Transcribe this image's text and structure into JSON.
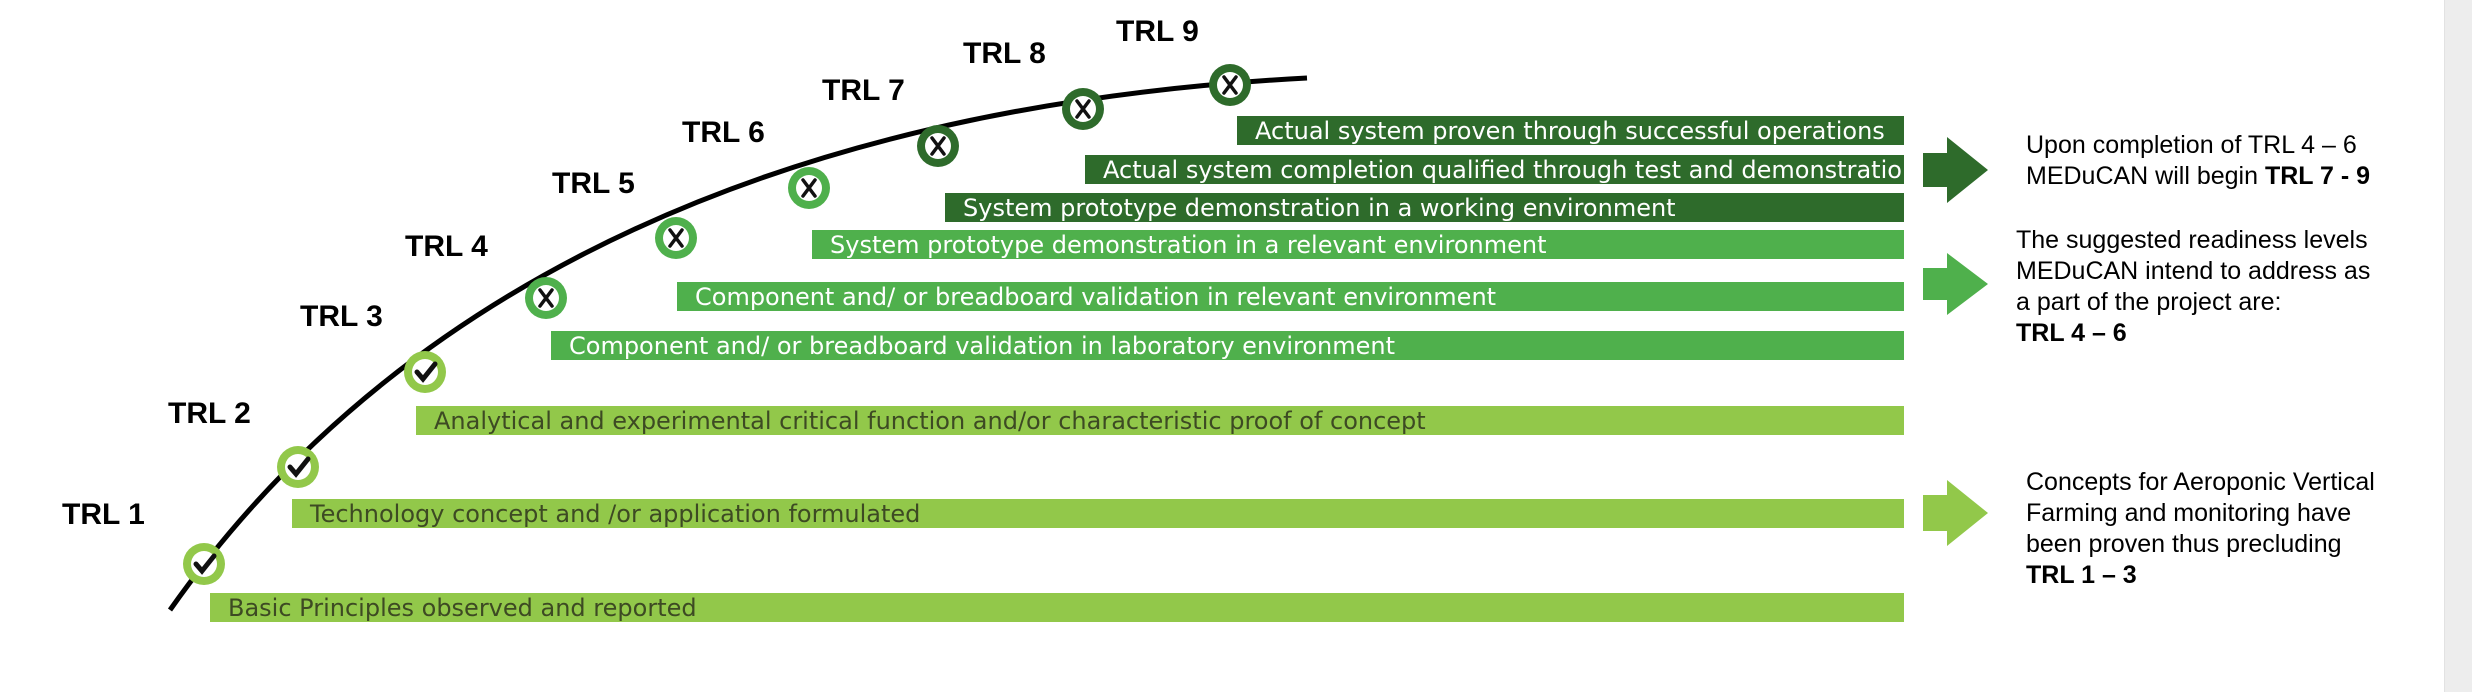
{
  "trl_labels": [
    "TRL 1",
    "TRL 2",
    "TRL 3",
    "TRL 4",
    "TRL 5",
    "TRL 6",
    "TRL 7",
    "TRL 8",
    "TRL 9"
  ],
  "milestones": [
    {
      "mark": "check",
      "icon": "checkmark-icon"
    },
    {
      "mark": "check",
      "icon": "checkmark-icon"
    },
    {
      "mark": "check",
      "icon": "checkmark-icon"
    },
    {
      "mark": "x",
      "icon": "x-mark-icon"
    },
    {
      "mark": "x",
      "icon": "x-mark-icon"
    },
    {
      "mark": "x",
      "icon": "x-mark-icon"
    },
    {
      "mark": "x",
      "icon": "x-mark-icon"
    },
    {
      "mark": "x",
      "icon": "x-mark-icon"
    },
    {
      "mark": "x",
      "icon": "x-mark-icon"
    }
  ],
  "bars": [
    {
      "text": "Basic Principles observed and reported",
      "tone": "light"
    },
    {
      "text": "Technology concept and /or application formulated",
      "tone": "light"
    },
    {
      "text": "Analytical and experimental critical function and/or characteristic proof of concept",
      "tone": "light"
    },
    {
      "text": "Component and/ or breadboard validation in laboratory environment",
      "tone": "mid"
    },
    {
      "text": "Component and/ or breadboard validation in relevant environment",
      "tone": "mid"
    },
    {
      "text": "System prototype demonstration in a relevant environment",
      "tone": "mid"
    },
    {
      "text": "System prototype demonstration in a working environment",
      "tone": "dark"
    },
    {
      "text": "Actual system completion qualified through test and demonstration",
      "tone": "dark"
    },
    {
      "text": "Actual system proven through successful operations",
      "tone": "dark"
    }
  ],
  "notes": {
    "top": {
      "line1": "Upon completion of TRL 4 – 6",
      "line2_prefix": "MEDuCAN will begin ",
      "line2_bold": "TRL 7 - 9"
    },
    "middle": {
      "line1": "The suggested readiness levels",
      "line2": "MEDuCAN intend to address as",
      "line3": "a part of the project are:",
      "line4_bold": "TRL 4 – 6"
    },
    "bottom": {
      "line1": "Concepts for Aeroponic Vertical",
      "line2": "Farming and monitoring have",
      "line3": "been proven thus precluding",
      "line4_bold": "TRL 1 – 3"
    }
  },
  "colors": {
    "light_green": "#92c84a",
    "medium_green": "#4fb04c",
    "dark_green": "#2e6b2b",
    "curve": "#000000"
  }
}
